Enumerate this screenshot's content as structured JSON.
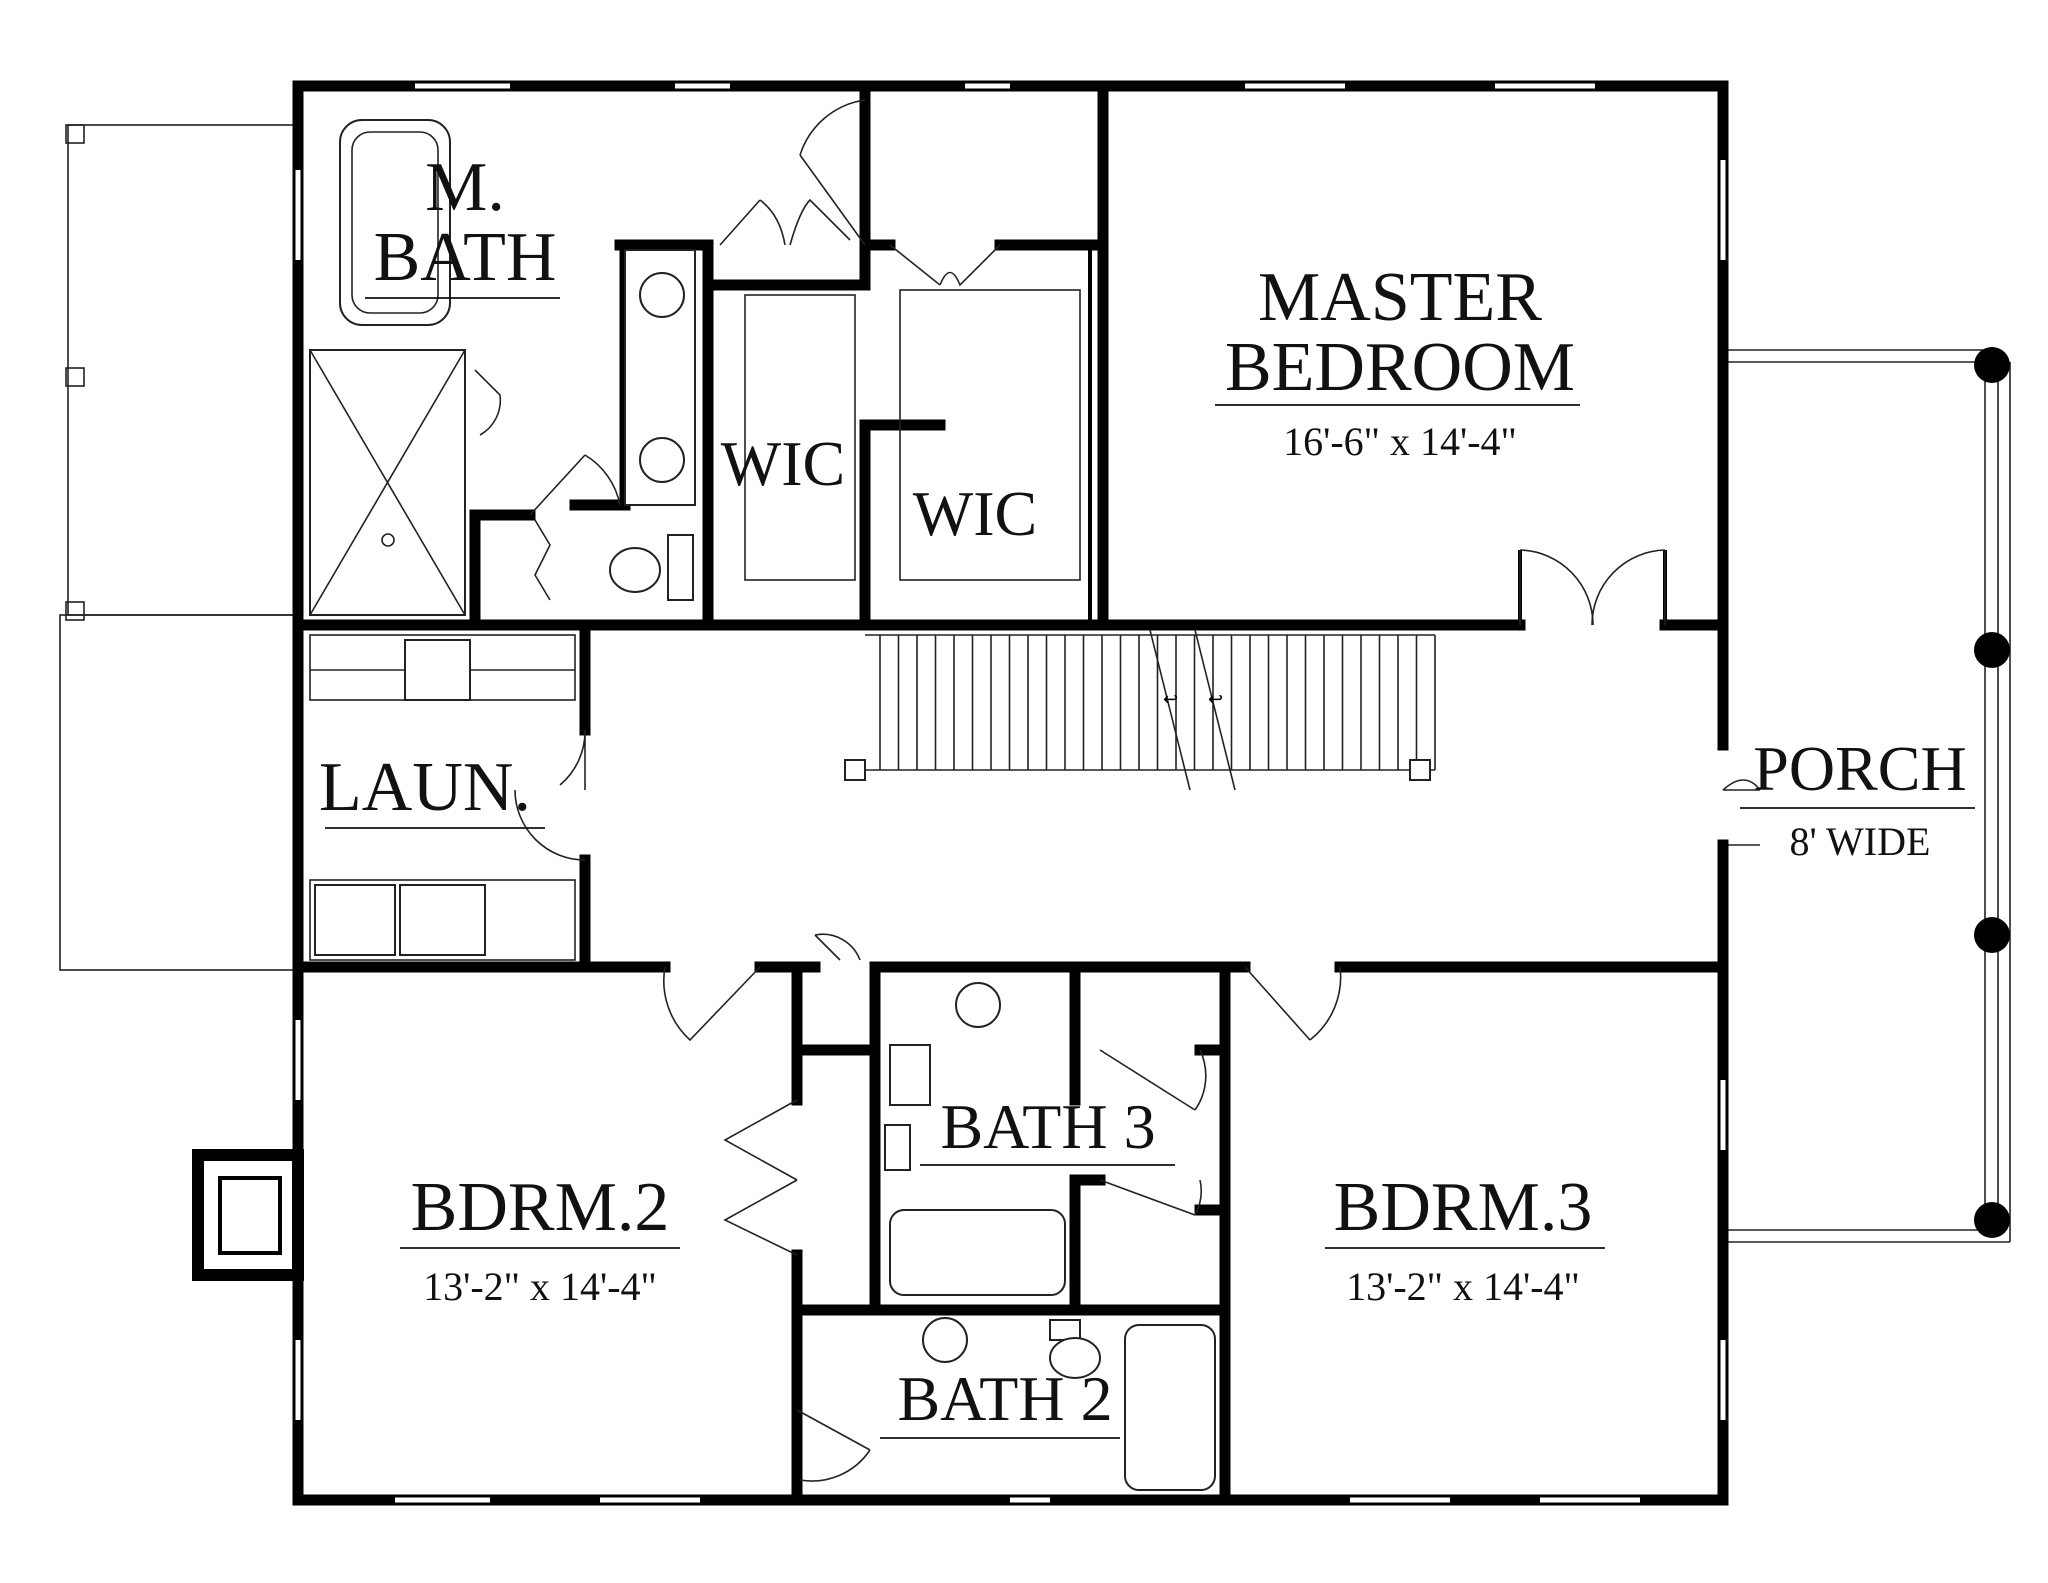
{
  "rooms": {
    "master_bath": {
      "line1": "M.",
      "line2": "BATH"
    },
    "wic_1": "WIC",
    "wic_2": "WIC",
    "master_bedroom": {
      "line1": "MASTER",
      "line2": "BEDROOM",
      "dim": "16'-6\" x 14'-4\""
    },
    "laundry": "LAUN.",
    "porch": {
      "name": "PORCH",
      "width": "8' WIDE"
    },
    "bath_3": "BATH 3",
    "bedroom_2": {
      "name": "BDRM.2",
      "dim": "13'-2\" x 14'-4\""
    },
    "bedroom_3": {
      "name": "BDRM.3",
      "dim": "13'-2\" x 14'-4\""
    },
    "bath_2": "BATH 2"
  }
}
